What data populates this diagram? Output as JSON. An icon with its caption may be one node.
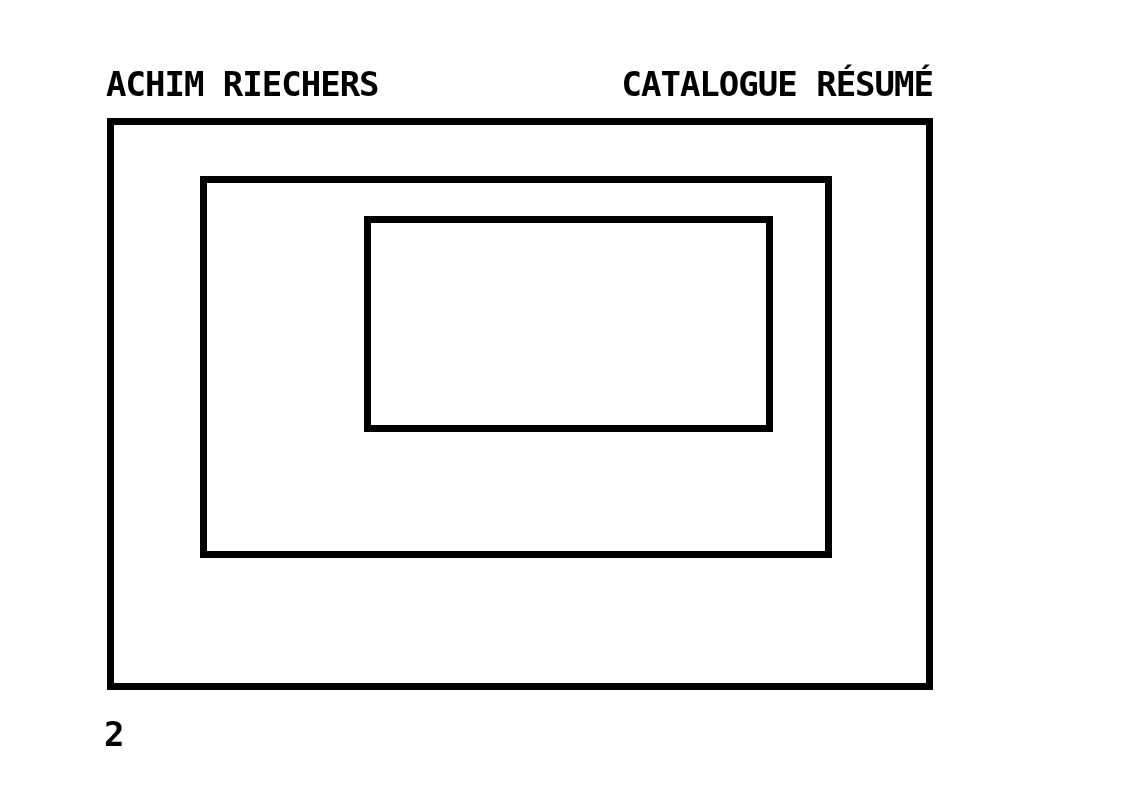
{
  "diagram": {
    "nodes": [
      {
        "text": [],
        "shape": "box"
      },
      {
        "text": [],
        "shape": "box",
        "in": 0
      },
      {
        "text": [],
        "shape": "box",
        "in": 1
      }
    ],
    "labels": [
      "ACHIM RIECHERS",
      "CATALOGUE RÉSUMÉ",
      "2"
    ]
  }
}
